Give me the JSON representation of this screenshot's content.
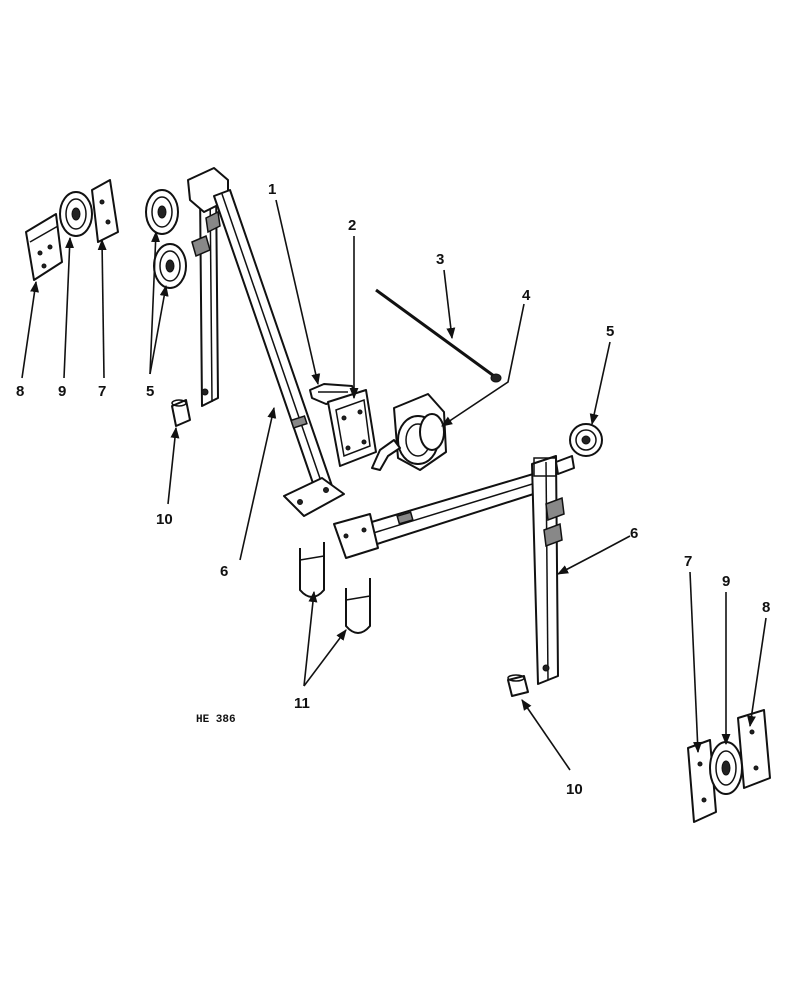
{
  "drawing_code": "HE 386",
  "callouts": {
    "c1": "1",
    "c2": "2",
    "c3": "3",
    "c4": "4",
    "c5_upper_left": "5",
    "c5_right": "5",
    "c6_left": "6",
    "c6_right": "6",
    "c7_left": "7",
    "c7_right": "7",
    "c8_left": "8",
    "c8_right": "8",
    "c9_left": "9",
    "c9_right": "9",
    "c10_left": "10",
    "c10_right": "10",
    "c11": "11"
  }
}
